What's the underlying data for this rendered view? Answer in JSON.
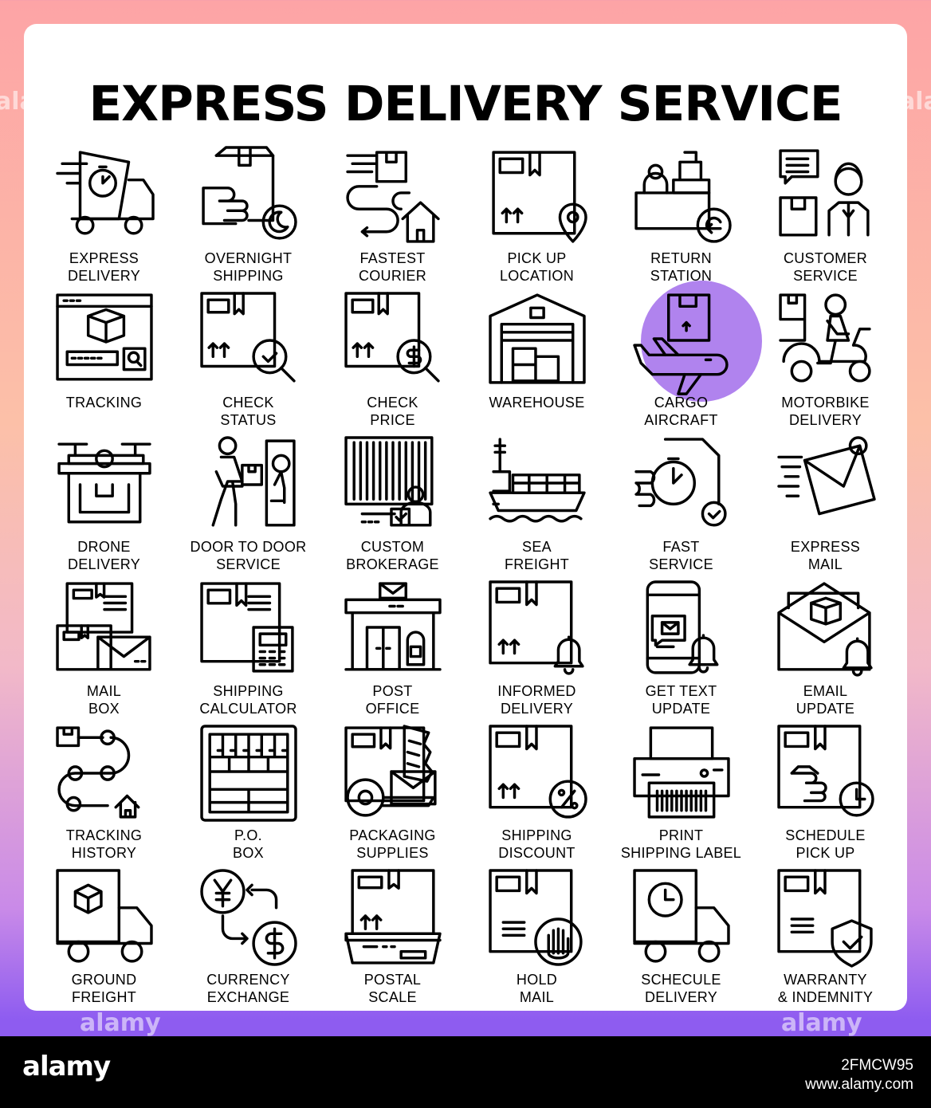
{
  "title": "EXPRESS DELIVERY SERVICE",
  "accent_color": "#b083ee",
  "icons": [
    {
      "lines": [
        "EXPRESS",
        "DELIVERY"
      ],
      "icon": "delivery-truck-stopwatch-icon"
    },
    {
      "lines": [
        "OVERNIGHT",
        "SHIPPING"
      ],
      "icon": "hand-box-moon-icon"
    },
    {
      "lines": [
        "FASTEST",
        "COURIER"
      ],
      "icon": "winged-box-house-icon"
    },
    {
      "lines": [
        "PICK UP",
        "LOCATION"
      ],
      "icon": "box-location-pin-icon"
    },
    {
      "lines": [
        "RETURN",
        "STATION"
      ],
      "icon": "counter-return-arrow-icon"
    },
    {
      "lines": [
        "CUSTOMER",
        "SERVICE"
      ],
      "icon": "agent-chat-box-icon"
    },
    {
      "lines": [
        "TRACKING"
      ],
      "icon": "browser-box-search-icon"
    },
    {
      "lines": [
        "CHECK",
        "STATUS"
      ],
      "icon": "box-magnifier-check-icon"
    },
    {
      "lines": [
        "CHECK",
        "PRICE"
      ],
      "icon": "box-magnifier-dollar-icon"
    },
    {
      "lines": [
        "WAREHOUSE"
      ],
      "icon": "warehouse-icon"
    },
    {
      "lines": [
        "CARGO",
        "AIRCRAFT"
      ],
      "icon": "airplane-box-icon",
      "highlight": true
    },
    {
      "lines": [
        "MOTORBIKE",
        "DELIVERY"
      ],
      "icon": "scooter-rider-icon"
    },
    {
      "lines": [
        "DRONE",
        "DELIVERY"
      ],
      "icon": "drone-box-icon"
    },
    {
      "lines": [
        "DOOR TO DOOR",
        "SERVICE"
      ],
      "icon": "courier-door-icon"
    },
    {
      "lines": [
        "CUSTOM",
        "BROKERAGE"
      ],
      "icon": "container-officer-icon"
    },
    {
      "lines": [
        "SEA",
        "FREIGHT"
      ],
      "icon": "cargo-ship-icon"
    },
    {
      "lines": [
        "FAST",
        "SERVICE"
      ],
      "icon": "hand-stopwatch-icon"
    },
    {
      "lines": [
        "EXPRESS",
        "MAIL"
      ],
      "icon": "flying-envelope-icon"
    },
    {
      "lines": [
        "MAIL",
        "BOX"
      ],
      "icon": "boxes-envelope-icon"
    },
    {
      "lines": [
        "SHIPPING",
        "CALCULATOR"
      ],
      "icon": "box-calculator-icon"
    },
    {
      "lines": [
        "POST",
        "OFFICE"
      ],
      "icon": "post-office-building-icon"
    },
    {
      "lines": [
        "INFORMED",
        "DELIVERY"
      ],
      "icon": "box-bell-icon"
    },
    {
      "lines": [
        "GET TEXT",
        "UPDATE"
      ],
      "icon": "phone-message-bell-icon"
    },
    {
      "lines": [
        "EMAIL",
        "UPDATE"
      ],
      "icon": "envelope-box-bell-icon"
    },
    {
      "lines": [
        "TRACKING",
        "HISTORY"
      ],
      "icon": "route-path-house-icon"
    },
    {
      "lines": [
        "P.O.",
        "BOX"
      ],
      "icon": "po-box-cabinet-icon"
    },
    {
      "lines": [
        "PACKAGING",
        "SUPPLIES"
      ],
      "icon": "tape-wrap-box-icon"
    },
    {
      "lines": [
        "SHIPPING",
        "DISCOUNT"
      ],
      "icon": "box-percent-icon"
    },
    {
      "lines": [
        "PRINT",
        "SHIPPING LABEL"
      ],
      "icon": "label-printer-icon"
    },
    {
      "lines": [
        "SCHEDULE",
        "PICK UP"
      ],
      "icon": "box-hand-clock-icon"
    },
    {
      "lines": [
        "GROUND",
        "FREIGHT"
      ],
      "icon": "box-truck-icon"
    },
    {
      "lines": [
        "CURRENCY",
        "EXCHANGE"
      ],
      "icon": "yen-dollar-exchange-icon"
    },
    {
      "lines": [
        "POSTAL",
        "SCALE"
      ],
      "icon": "box-scale-icon"
    },
    {
      "lines": [
        "HOLD",
        "MAIL"
      ],
      "icon": "box-stop-hand-icon"
    },
    {
      "lines": [
        "SCHECULE",
        "DELIVERY"
      ],
      "icon": "clock-truck-icon"
    },
    {
      "lines": [
        "WARRANTY",
        "& INDEMNITY"
      ],
      "icon": "box-shield-check-icon"
    }
  ],
  "watermark": {
    "brand": "alamy",
    "image_id": "2FMCW95",
    "site": "www.alamy.com"
  }
}
